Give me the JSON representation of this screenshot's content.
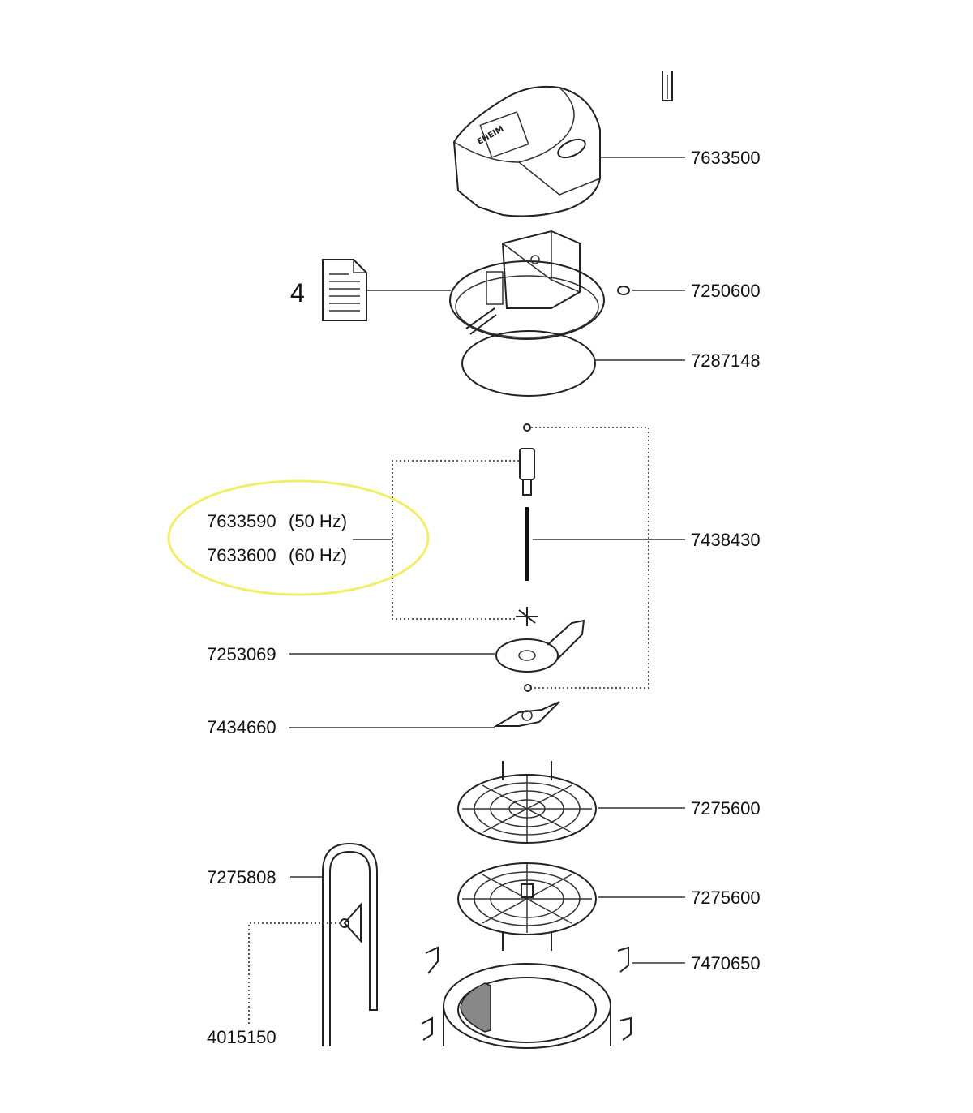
{
  "document_icon": {
    "number": "4",
    "icon": "document-icon"
  },
  "parts": [
    {
      "id": "motor-cover",
      "label": "7633500"
    },
    {
      "id": "oring-small",
      "label": "7250600"
    },
    {
      "id": "pump-housing-gasket",
      "label": "7287148"
    },
    {
      "id": "impeller-axle",
      "label": "7438430"
    },
    {
      "id": "impeller-50hz",
      "label": "7633590",
      "suffix": "(50 Hz)"
    },
    {
      "id": "impeller-60hz",
      "label": "7633600",
      "suffix": "(60 Hz)"
    },
    {
      "id": "impeller-cover",
      "label": "7253069"
    },
    {
      "id": "rotor-blade",
      "label": "7434660"
    },
    {
      "id": "grid-upper",
      "label": "7275600"
    },
    {
      "id": "grid-lower",
      "label": "7275600"
    },
    {
      "id": "outlet-pipe",
      "label": "7275808"
    },
    {
      "id": "clips",
      "label": "7470650"
    },
    {
      "id": "suction-cup",
      "label": "4015150"
    }
  ],
  "highlight": {
    "color": "#f2ee6a",
    "target": "impeller options"
  },
  "colors": {
    "line": "#222222",
    "highlight": "#f2ee6a"
  }
}
